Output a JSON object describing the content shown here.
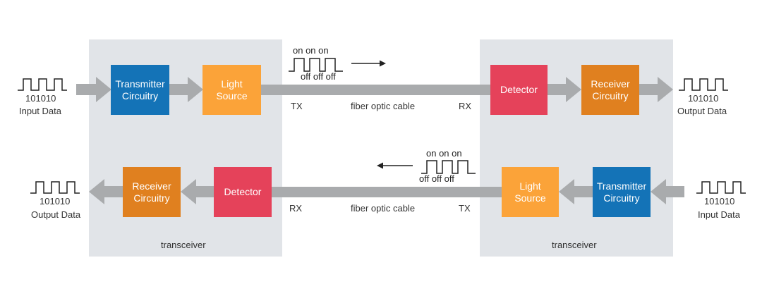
{
  "colors": {
    "panel": "#e1e4e8",
    "arrow": "#a9abad",
    "transmitter": "#1473b7",
    "light_source": "#fba339",
    "detector": "#e5425a",
    "receiver": "#e0801f"
  },
  "top": {
    "input_bits": "101010",
    "input_label": "Input Data",
    "transmitter": [
      "Transmitter",
      "Circuitry"
    ],
    "light_source": [
      "Light",
      "Source"
    ],
    "signal_on": "on on on",
    "signal_off": "off off off",
    "tx": "TX",
    "cable": "fiber optic cable",
    "rx": "RX",
    "detector": "Detector",
    "receiver": [
      "Receiver",
      "Circuitry"
    ],
    "output_bits": "101010",
    "output_label": "Output Data"
  },
  "bottom": {
    "output_bits": "101010",
    "output_label": "Output Data",
    "receiver": [
      "Receiver",
      "Circuitry"
    ],
    "detector": "Detector",
    "rx": "RX",
    "cable": "fiber optic cable",
    "tx": "TX",
    "signal_on": "on on on",
    "signal_off": "off off off",
    "light_source": [
      "Light",
      "Source"
    ],
    "transmitter": [
      "Transmitter",
      "Circuitry"
    ],
    "input_bits": "101010",
    "input_label": "Input Data"
  },
  "transceiver_left": "transceiver",
  "transceiver_right": "transceiver"
}
